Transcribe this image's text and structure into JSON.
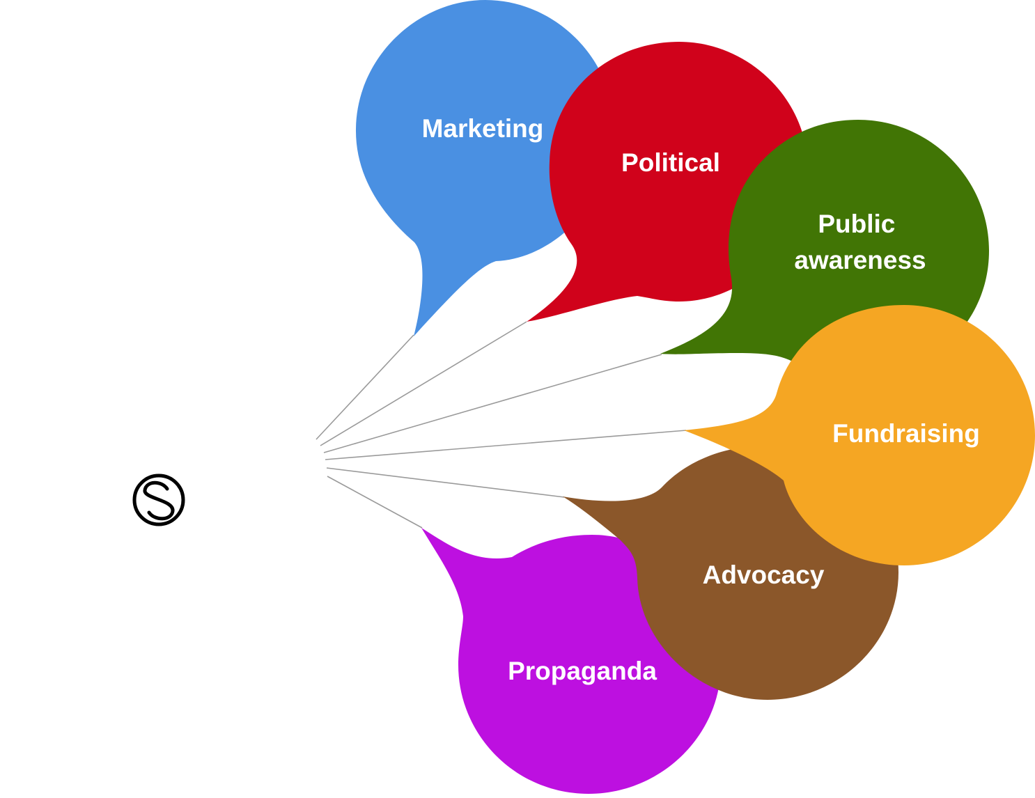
{
  "diagram": {
    "logo": {
      "glyph": "S",
      "icon": "circled-s-logo"
    },
    "colors": {
      "connector": "#9a9a9a",
      "label": "#ffffff",
      "logo": "#000000"
    },
    "bubbles": [
      {
        "id": "marketing",
        "lines": [
          "Marketing"
        ],
        "color": "#4a90e2"
      },
      {
        "id": "political",
        "lines": [
          "Political"
        ],
        "color": "#d0021b"
      },
      {
        "id": "public-awareness",
        "lines": [
          "Public",
          "awareness"
        ],
        "color": "#417505"
      },
      {
        "id": "propaganda",
        "lines": [
          "Propaganda"
        ],
        "color": "#bd10e0"
      },
      {
        "id": "advocacy",
        "lines": [
          "Advocacy"
        ],
        "color": "#8b572a"
      },
      {
        "id": "fundraising",
        "lines": [
          "Fundraising"
        ],
        "color": "#f5a623"
      }
    ]
  }
}
